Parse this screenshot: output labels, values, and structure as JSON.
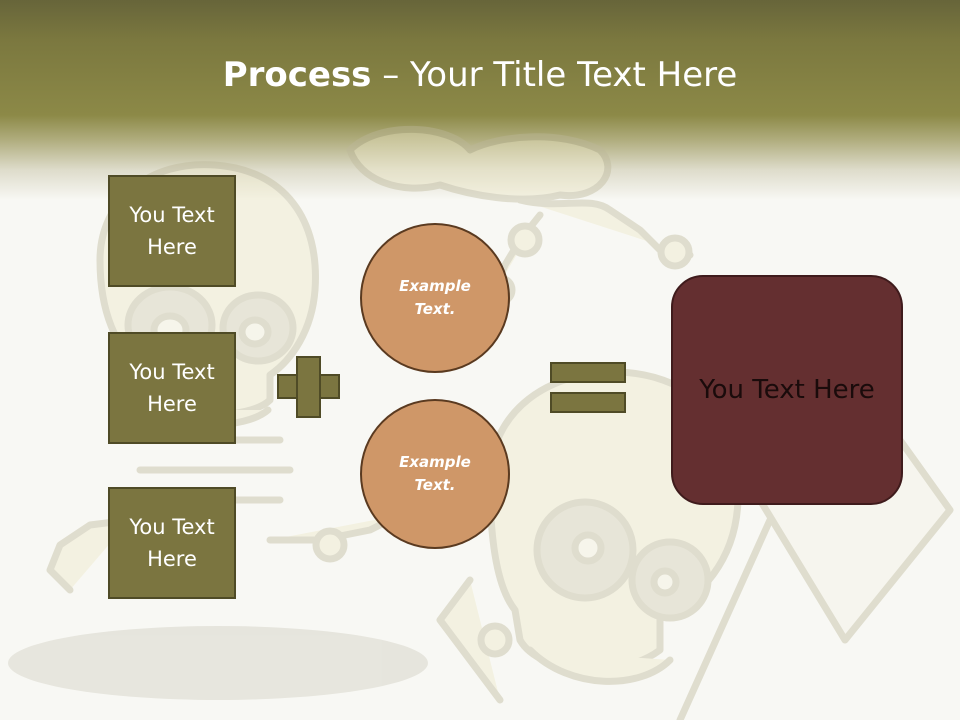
{
  "slide": {
    "title_bold": "Process",
    "title_rest": " – Your Title Text Here",
    "boxes": [
      {
        "label": "You Text Here"
      },
      {
        "label": "You Text Here"
      },
      {
        "label": "You Text Here"
      }
    ],
    "circles": [
      {
        "label": "Example Text."
      },
      {
        "label": "Example Text."
      }
    ],
    "plus_symbol": "plus-icon",
    "equals_symbol": "equals-icon",
    "result": {
      "label": "You Text Here"
    },
    "background_art": "skeleton-illustration",
    "colors": {
      "header": "#7b783f",
      "box_fill": "#7b7540",
      "circle_fill": "#cf9768",
      "result_fill": "#642f30",
      "title_text": "#ffffff"
    }
  }
}
